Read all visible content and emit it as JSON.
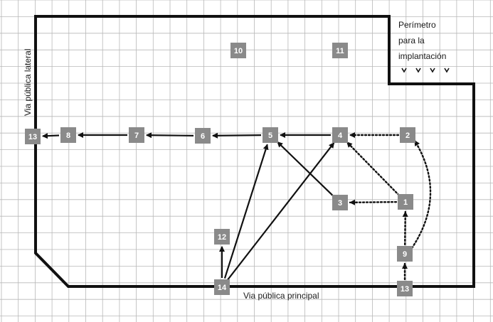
{
  "labels": {
    "perimeter_line1": "Perímetro",
    "perimeter_line2": "para la",
    "perimeter_line3": "implantación",
    "side_road": "Via pública lateral",
    "main_road": "Via pública principal"
  },
  "nodes": [
    {
      "id": "n13a",
      "label": "13"
    },
    {
      "id": "n8",
      "label": "8"
    },
    {
      "id": "n7",
      "label": "7"
    },
    {
      "id": "n6",
      "label": "6"
    },
    {
      "id": "n5",
      "label": "5"
    },
    {
      "id": "n4",
      "label": "4"
    },
    {
      "id": "n2",
      "label": "2"
    },
    {
      "id": "n10",
      "label": "10"
    },
    {
      "id": "n11",
      "label": "11"
    },
    {
      "id": "n3",
      "label": "3"
    },
    {
      "id": "n1",
      "label": "1"
    },
    {
      "id": "n12",
      "label": "12"
    },
    {
      "id": "n9",
      "label": "9"
    },
    {
      "id": "n14",
      "label": "14"
    },
    {
      "id": "n13b",
      "label": "13"
    }
  ],
  "edges": [
    {
      "from": "n8",
      "to": "n13a",
      "style": "solid"
    },
    {
      "from": "n7",
      "to": "n8",
      "style": "solid"
    },
    {
      "from": "n6",
      "to": "n7",
      "style": "solid"
    },
    {
      "from": "n5",
      "to": "n6",
      "style": "solid"
    },
    {
      "from": "n4",
      "to": "n5",
      "style": "solid"
    },
    {
      "from": "n2",
      "to": "n4",
      "style": "dotted"
    },
    {
      "from": "n1",
      "to": "n4",
      "style": "dotted"
    },
    {
      "from": "n1",
      "to": "n3",
      "style": "dotted"
    },
    {
      "from": "n3",
      "to": "n5",
      "style": "solid"
    },
    {
      "from": "n14",
      "to": "n5",
      "style": "solid"
    },
    {
      "from": "n14",
      "to": "n4",
      "style": "solid"
    },
    {
      "from": "n14",
      "to": "n12",
      "style": "solid"
    },
    {
      "from": "n9",
      "to": "n1",
      "style": "dotted"
    },
    {
      "from": "n13b",
      "to": "n9",
      "style": "dotted"
    },
    {
      "from": "n9",
      "to": "n2",
      "style": "dotted-curve"
    }
  ],
  "colors": {
    "grid": "#b8b8b8",
    "boundary": "#111111",
    "node_fill": "#8a8a8a",
    "node_text": "#ffffff",
    "arrow": "#111111"
  }
}
